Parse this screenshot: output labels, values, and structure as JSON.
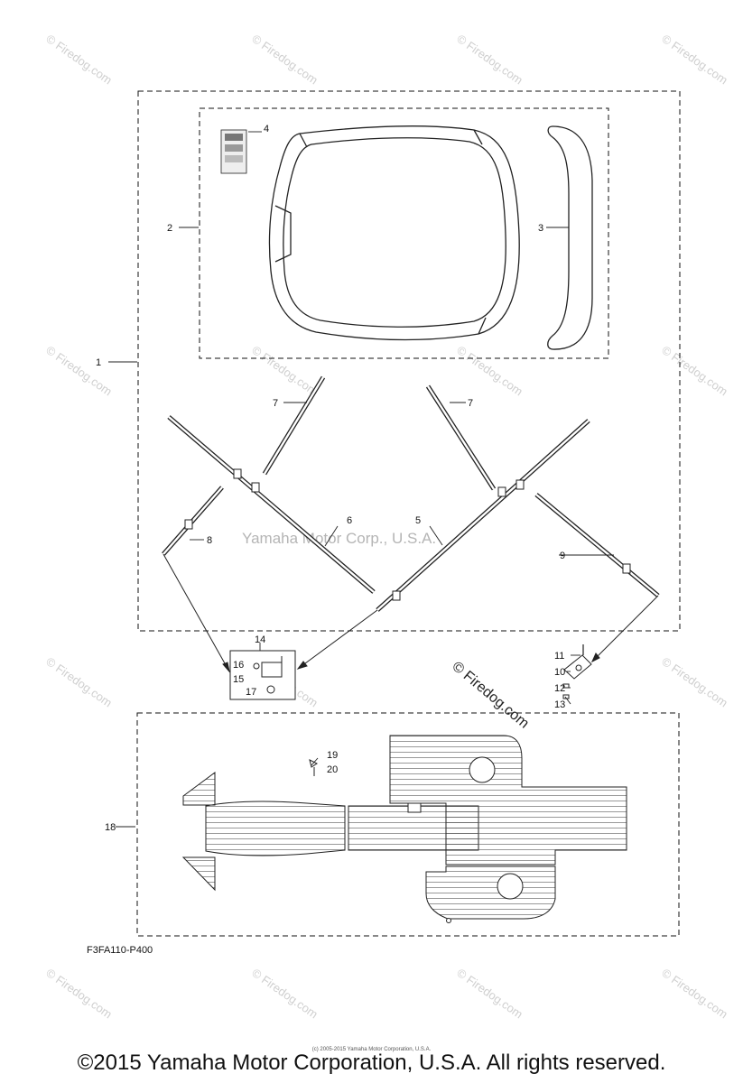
{
  "diagram": {
    "code": "F3FA110-P400",
    "callouts": {
      "c1": "1",
      "c2": "2",
      "c3": "3",
      "c4": "4",
      "c5": "5",
      "c6": "6",
      "c7a": "7",
      "c7b": "7",
      "c8": "8",
      "c9": "9",
      "c10": "10",
      "c11": "11",
      "c12": "12",
      "c13": "13",
      "c14": "14",
      "c15": "15",
      "c16": "16",
      "c17": "17",
      "c18": "18",
      "c19": "19",
      "c20": "20"
    }
  },
  "watermarks": {
    "firedog": "© Firedog.com",
    "center": "Yamaha Motor Corp., U.S.A."
  },
  "footer": {
    "fine_print": "(c) 2005-2015 Yamaha Motor Corporation, U.S.A.",
    "copyright": "©2015 Yamaha Motor Corporation, U.S.A. All rights reserved."
  },
  "colors": {
    "ink": "#111111",
    "watermark": "#cfcfcf"
  }
}
